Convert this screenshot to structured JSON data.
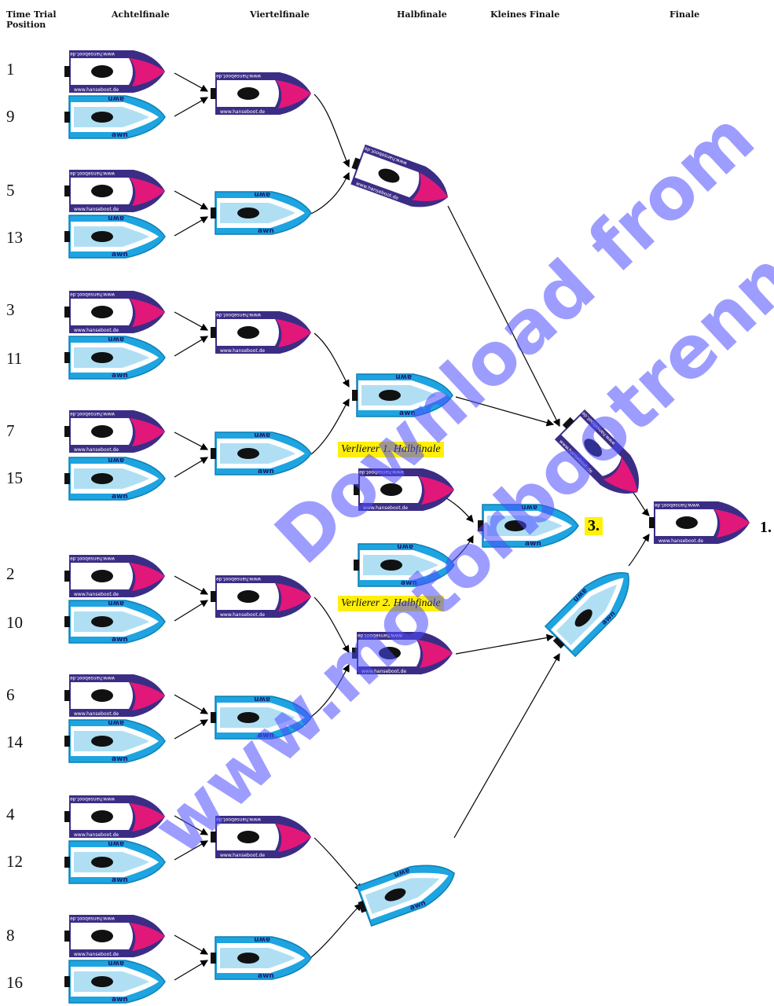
{
  "headers": {
    "time_trial": "Time Trial\nPosition",
    "achtelfinale": "Achtelfinale",
    "viertelfinale": "Viertelfinale",
    "halbfinale": "Halbfinale",
    "kleines_finale": "Kleines Finale",
    "finale": "Finale"
  },
  "positions": [
    "1",
    "9",
    "5",
    "13",
    "3",
    "11",
    "7",
    "15",
    "2",
    "10",
    "6",
    "14",
    "4",
    "12",
    "8",
    "16"
  ],
  "labels": {
    "loser1": "Verlierer 1. Halbfinale",
    "loser2": "Verlierer 2. Halbfinale",
    "third": "3.",
    "first": "1."
  },
  "boat_text": {
    "dark_url": "www.hanseboot.de",
    "light_brand": "awn"
  },
  "watermark": {
    "line1": "Download from",
    "line2": "www.motorbootrennsport"
  },
  "colors": {
    "dark_hull": "#3b2d86",
    "dark_nose": "#e2177a",
    "light_hull": "#1ea4e0",
    "watermark": "#4d4dff"
  }
}
